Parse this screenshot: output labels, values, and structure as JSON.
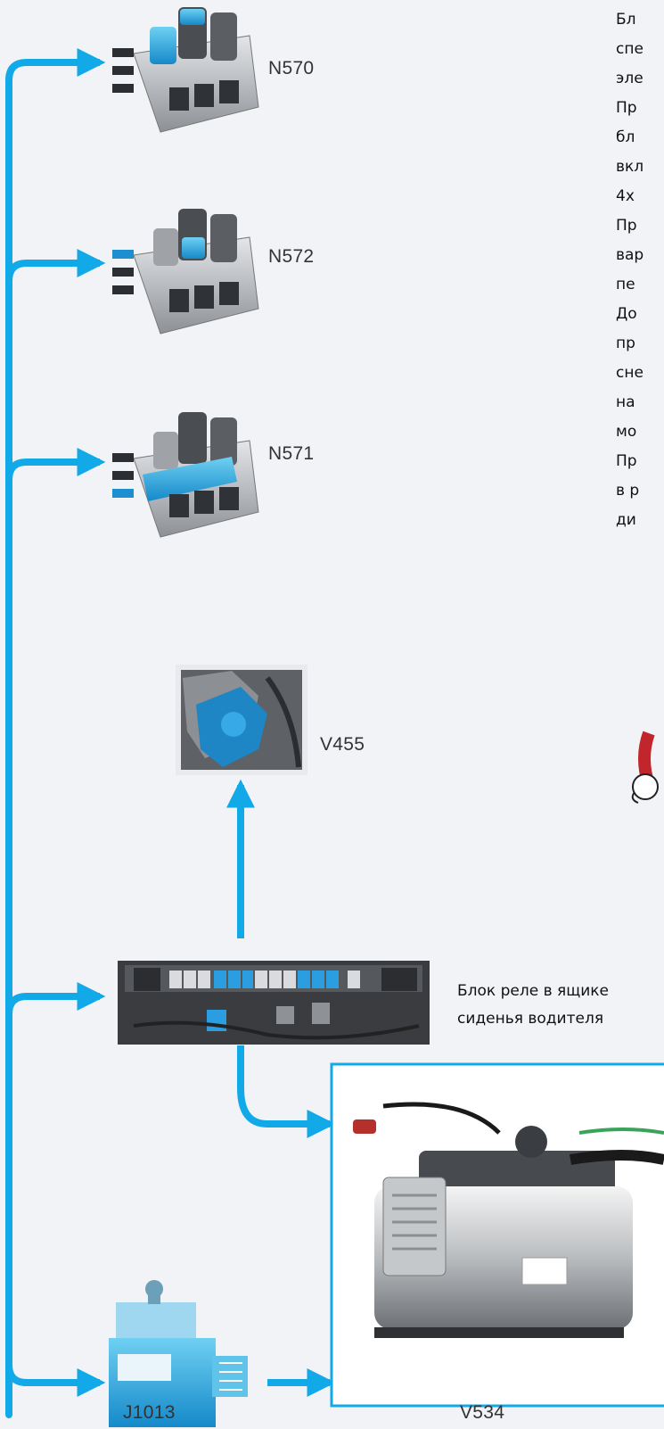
{
  "components": {
    "valve_block_1": {
      "label": "N570"
    },
    "valve_block_2": {
      "label": "N572"
    },
    "valve_block_3": {
      "label": "N571"
    },
    "motor": {
      "label": "V455"
    },
    "relay_block": {
      "caption_line1": "Блок реле в ящике",
      "caption_line2": "сиденья водителя"
    },
    "control_unit": {
      "label": "J1013"
    },
    "compressor": {
      "label": "V534"
    }
  },
  "side_text": {
    "lines": [
      "Бл",
      "спе",
      "эле",
      "Пр",
      "бл",
      "вкл",
      "4х",
      "Пр",
      "вар",
      "пе",
      "До",
      "пр",
      "сне",
      "на",
      "мо",
      "Пр",
      "в р",
      "ди"
    ]
  },
  "colors": {
    "accent": "#12a9e8",
    "background": "#f1f3f6"
  }
}
